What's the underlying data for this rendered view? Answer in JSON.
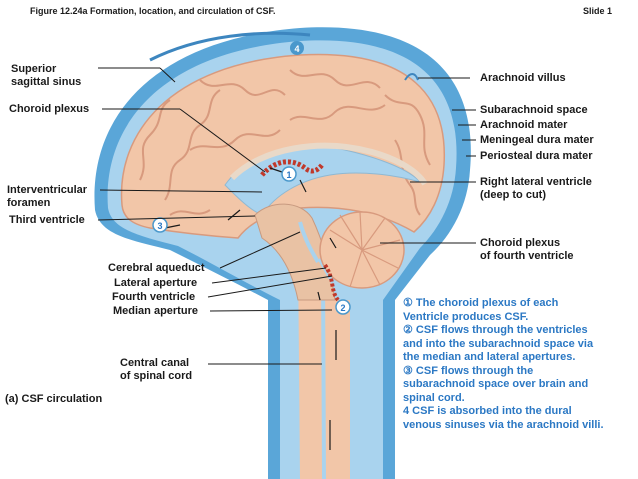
{
  "header": {
    "figure_title": "Figure 12.24a  Formation, location, and circulation of CSF.",
    "slide": "Slide 1"
  },
  "labels_left": {
    "superior_sagittal_sinus_1": "Superior",
    "superior_sagittal_sinus_2": "sagittal sinus",
    "choroid_plexus": "Choroid plexus",
    "interventricular_foramen_1": "Interventricular",
    "interventricular_foramen_2": "foramen",
    "third_ventricle": "Third ventricle",
    "cerebral_aqueduct": "Cerebral aqueduct",
    "lateral_aperture": "Lateral aperture",
    "fourth_ventricle": "Fourth ventricle",
    "median_aperture": "Median aperture",
    "central_canal_1": "Central canal",
    "central_canal_2": "of spinal cord"
  },
  "labels_right": {
    "arachnoid_villus": "Arachnoid villus",
    "subarachnoid_space": "Subarachnoid space",
    "arachnoid_mater": "Arachnoid mater",
    "meningeal_dura": "Meningeal dura mater",
    "periosteal_dura": "Periosteal dura mater",
    "right_lateral_ventricle_1": "Right lateral ventricle",
    "right_lateral_ventricle_2": "(deep to cut)",
    "choroid_plexus_fourth_1": "Choroid plexus",
    "choroid_plexus_fourth_2": "of fourth ventricle"
  },
  "caption": "(a) CSF circulation",
  "markers": {
    "m1": "1",
    "m2": "2",
    "m3": "3",
    "m4": "4"
  },
  "steps": [
    "① The choroid plexus of each",
    "Ventricle produces CSF.",
    "②  CSF flows through the ventricles",
    " and into the subarachnoid space via",
    " the median and lateral apertures.",
    "③ CSF flows through the",
    "subarachnoid space over brain and",
    "spinal cord.",
    " 4   CSF is absorbed into the dural",
    " venous sinuses via the arachnoid villi."
  ],
  "colors": {
    "dura": "#5aa6d8",
    "csf": "#a9d3ee",
    "brain": "#f2c6a8",
    "gyri": "#d89a7e",
    "step_text": "#2b78c4",
    "choroid": "#c0392b",
    "marker": "#4a98cc"
  }
}
